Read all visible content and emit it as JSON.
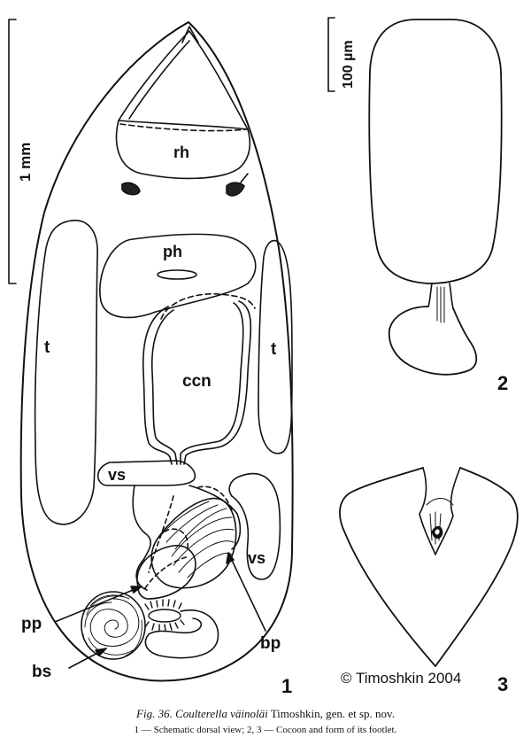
{
  "scale_bars": {
    "body_scale": "1 mm",
    "cocoon_scale": "100 µm"
  },
  "labels": {
    "rh": "rh",
    "ph": "ph",
    "t_left": "t",
    "t_right": "t",
    "ccn": "ccn",
    "vs_left": "vs",
    "vs_right": "vs",
    "pp": "pp",
    "bs": "bs",
    "bp": "bp"
  },
  "figure_numbers": {
    "fig1": "1",
    "fig2": "2",
    "fig3": "3"
  },
  "copyright": "© Timoshkin 2004",
  "caption": {
    "prefix": "Fig.  36.",
    "species": "Coulterella väinoläi",
    "rest": " Timoshkin, gen. et sp. nov.",
    "line2": "1 — Schematic dorsal view; 2, 3  — Cocoon and form of its footlet."
  },
  "colors": {
    "ink": "#111111",
    "background": "#ffffff"
  }
}
